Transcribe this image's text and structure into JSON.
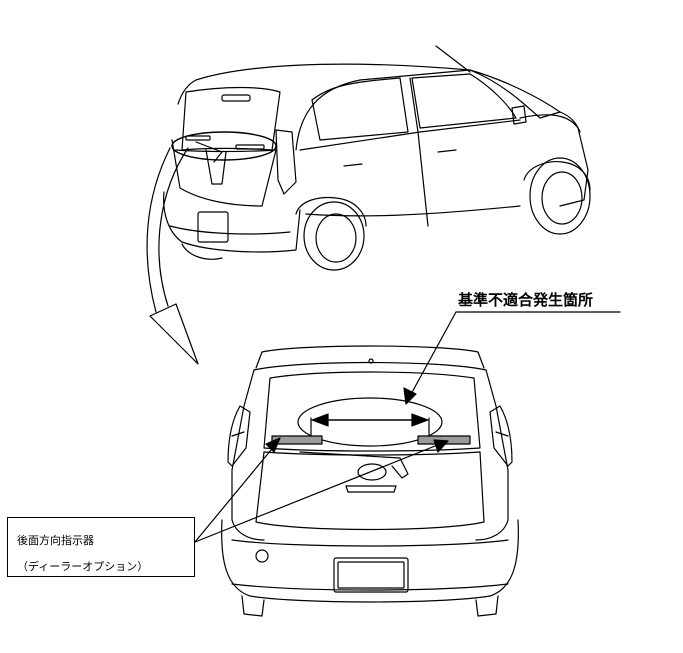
{
  "labels": {
    "defect_location": "基準不適合発生箇所",
    "rear_indicator_line1": "後面方向指示器",
    "rear_indicator_line2": "（ディーラーオプション）"
  },
  "colors": {
    "line": "#000000",
    "indicator_fill": "#9a9a9a",
    "background": "#ffffff"
  }
}
